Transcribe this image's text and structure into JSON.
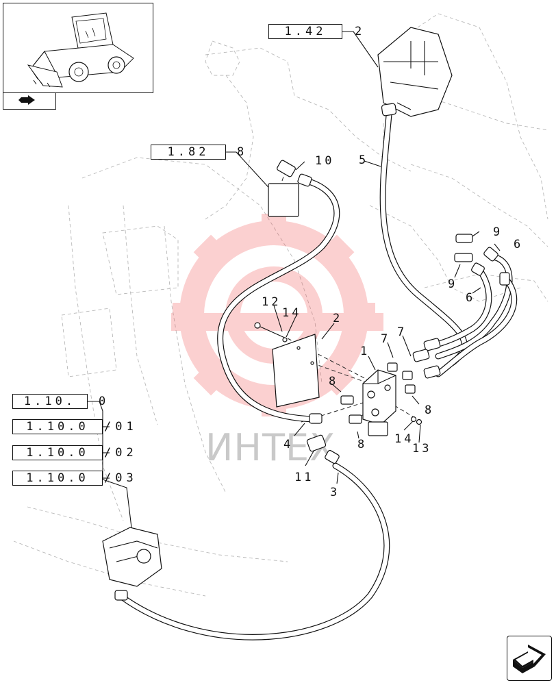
{
  "refs": {
    "r142": "1.42",
    "r182": "1.82",
    "r110": "1.10.",
    "r11001": "1.10.0",
    "r11002": "1.10.0",
    "r11003": "1.10.0"
  },
  "ref_suffixes": {
    "r142": "2",
    "r182": "8",
    "r110": "0",
    "r11001": "/01",
    "r11002": "/02",
    "r11003": "/03"
  },
  "callouts": {
    "c1": "1",
    "c2": "2",
    "c3": "3",
    "c4": "4",
    "c5": "5",
    "c6a": "6",
    "c6b": "6",
    "c7a": "7",
    "c7b": "7",
    "c8a": "8",
    "c8b": "8",
    "c8c": "8",
    "c9a": "9",
    "c9b": "9",
    "c10": "10",
    "c11": "11",
    "c12": "12",
    "c13": "13",
    "c14a": "14",
    "c14b": "14"
  },
  "watermark": {
    "text": "ИНТЕХ",
    "color": "#f25a5a"
  },
  "icons": {
    "thumbnail": "wheel-loader-icon",
    "thumb_nav": "back-arrow-icon",
    "next_page": "next-page-arrow-icon"
  }
}
